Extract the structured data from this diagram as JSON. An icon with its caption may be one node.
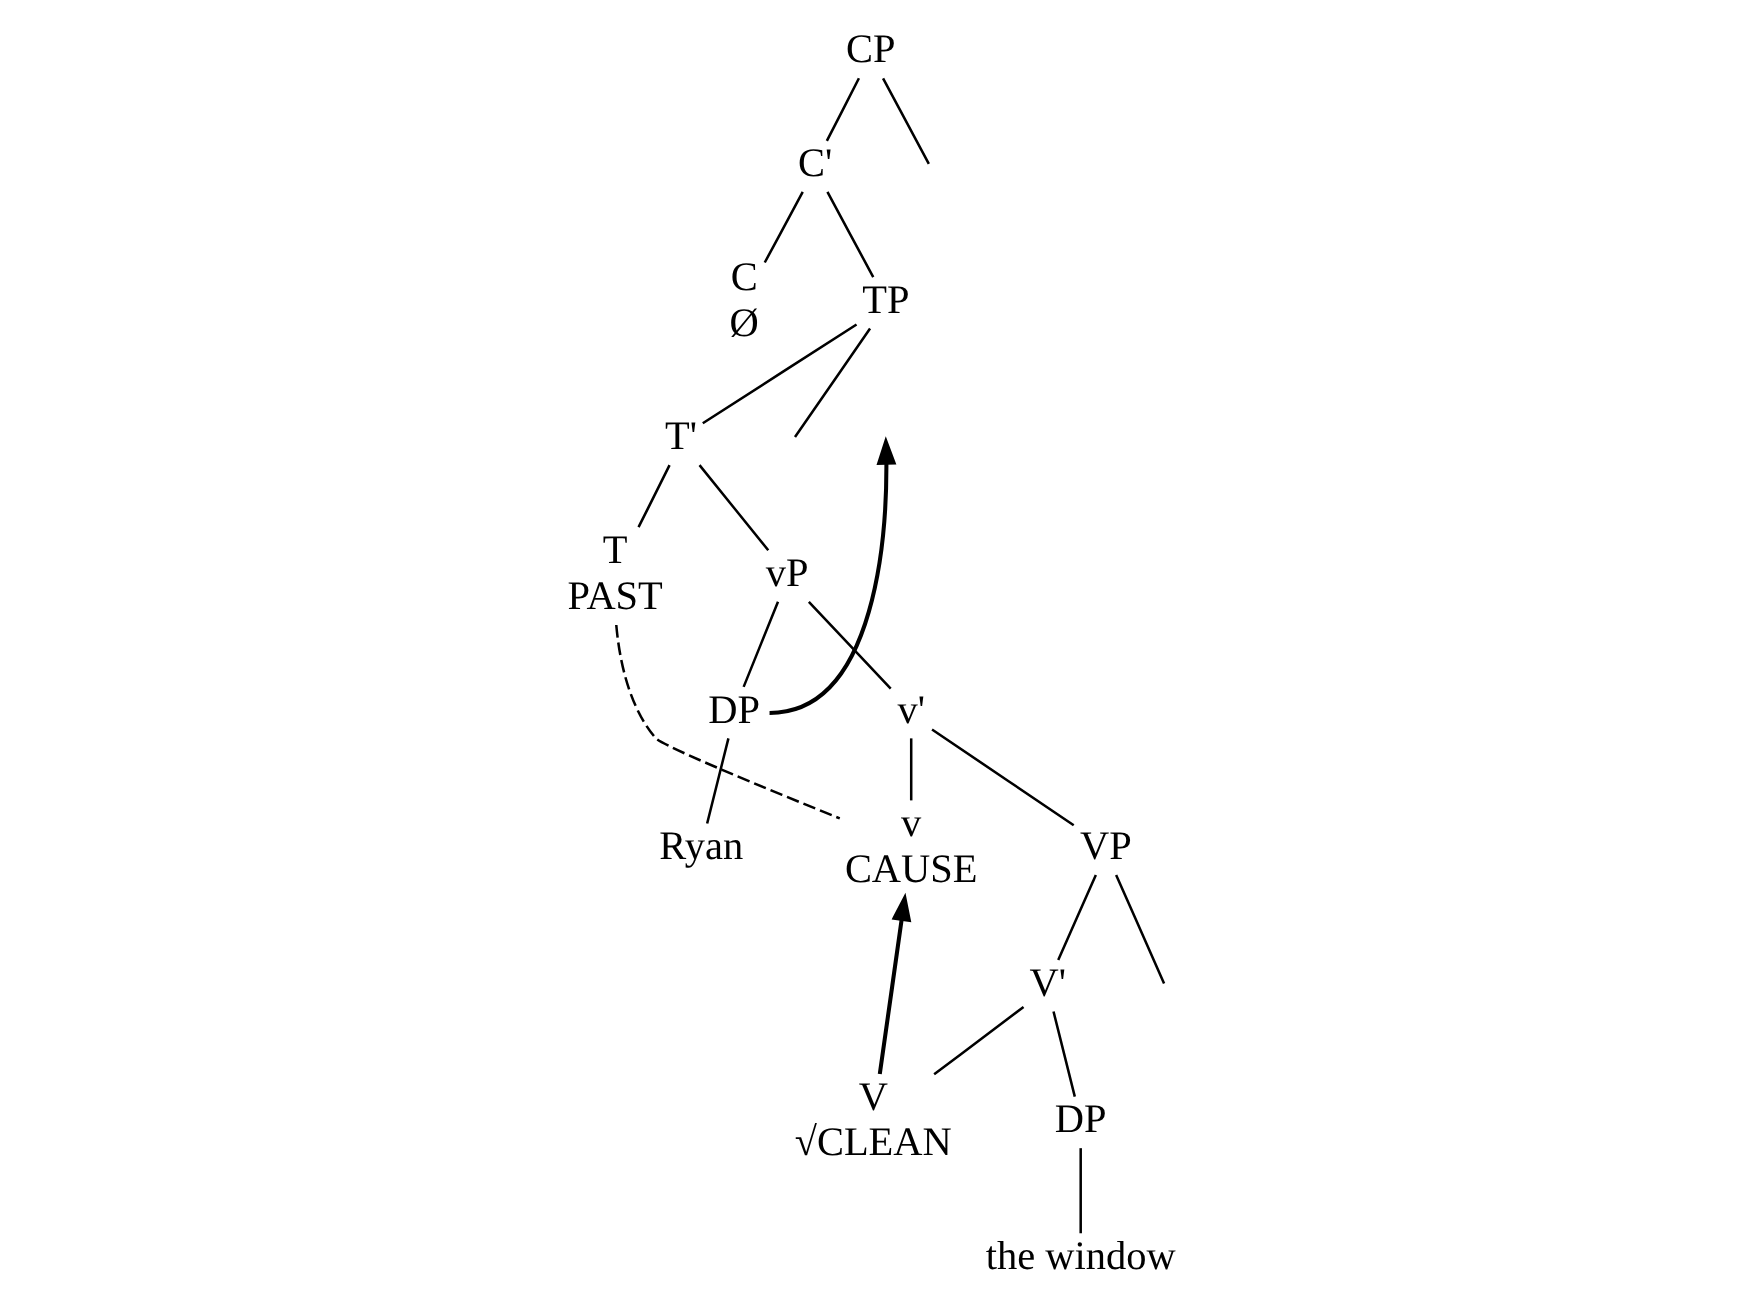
{
  "diagram": {
    "nodes": [
      {
        "text": [
          "CP"
        ]
      },
      {
        "text": [
          "C'"
        ]
      },
      {
        "text": [
          "C",
          "Ø"
        ]
      },
      {
        "text": [
          "TP"
        ]
      },
      {
        "text": [
          "T'"
        ]
      },
      {
        "text": [
          "T",
          "PAST"
        ]
      },
      {
        "text": [
          "vP"
        ]
      },
      {
        "text": [
          "DP"
        ]
      },
      {
        "text": [
          "Ryan"
        ]
      },
      {
        "text": [
          "v'"
        ]
      },
      {
        "text": [
          "v",
          "CAUSE"
        ]
      },
      {
        "text": [
          "VP"
        ]
      },
      {
        "text": [
          "V'"
        ]
      },
      {
        "text": [
          "V",
          "√CLEAN"
        ]
      },
      {
        "text": [
          "DP"
        ]
      },
      {
        "text": [
          "the window"
        ]
      }
    ],
    "edges": [
      {
        "from": 0,
        "to": null,
        "arrow": "none"
      },
      {
        "from": 0,
        "to": 1,
        "arrow": "none"
      },
      {
        "from": 1,
        "to": 2,
        "arrow": "none"
      },
      {
        "from": 1,
        "to": 3,
        "arrow": "none"
      },
      {
        "from": 3,
        "to": null,
        "arrow": "none"
      },
      {
        "from": 3,
        "to": 4,
        "arrow": "none"
      },
      {
        "from": 4,
        "to": 5,
        "arrow": "none"
      },
      {
        "from": 4,
        "to": 6,
        "arrow": "none"
      },
      {
        "from": 6,
        "to": 7,
        "arrow": "none"
      },
      {
        "from": 6,
        "to": 9,
        "arrow": "none"
      },
      {
        "from": 7,
        "to": 8,
        "arrow": "none"
      },
      {
        "from": 9,
        "to": 10,
        "arrow": "none"
      },
      {
        "from": 9,
        "to": 11,
        "arrow": "none"
      },
      {
        "from": 11,
        "to": null,
        "arrow": "none"
      },
      {
        "from": 11,
        "to": 12,
        "arrow": "none"
      },
      {
        "from": 12,
        "to": 13,
        "arrow": "none"
      },
      {
        "from": 12,
        "to": 14,
        "arrow": "none"
      },
      {
        "from": 14,
        "to": 15,
        "arrow": "none"
      },
      {
        "from": 13,
        "to": 10,
        "arrow": "to"
      },
      {
        "from": 7,
        "to": null,
        "arrow": "to"
      },
      {
        "from": 5,
        "to": 10,
        "arrow": "none",
        "style": "dashed"
      }
    ]
  }
}
